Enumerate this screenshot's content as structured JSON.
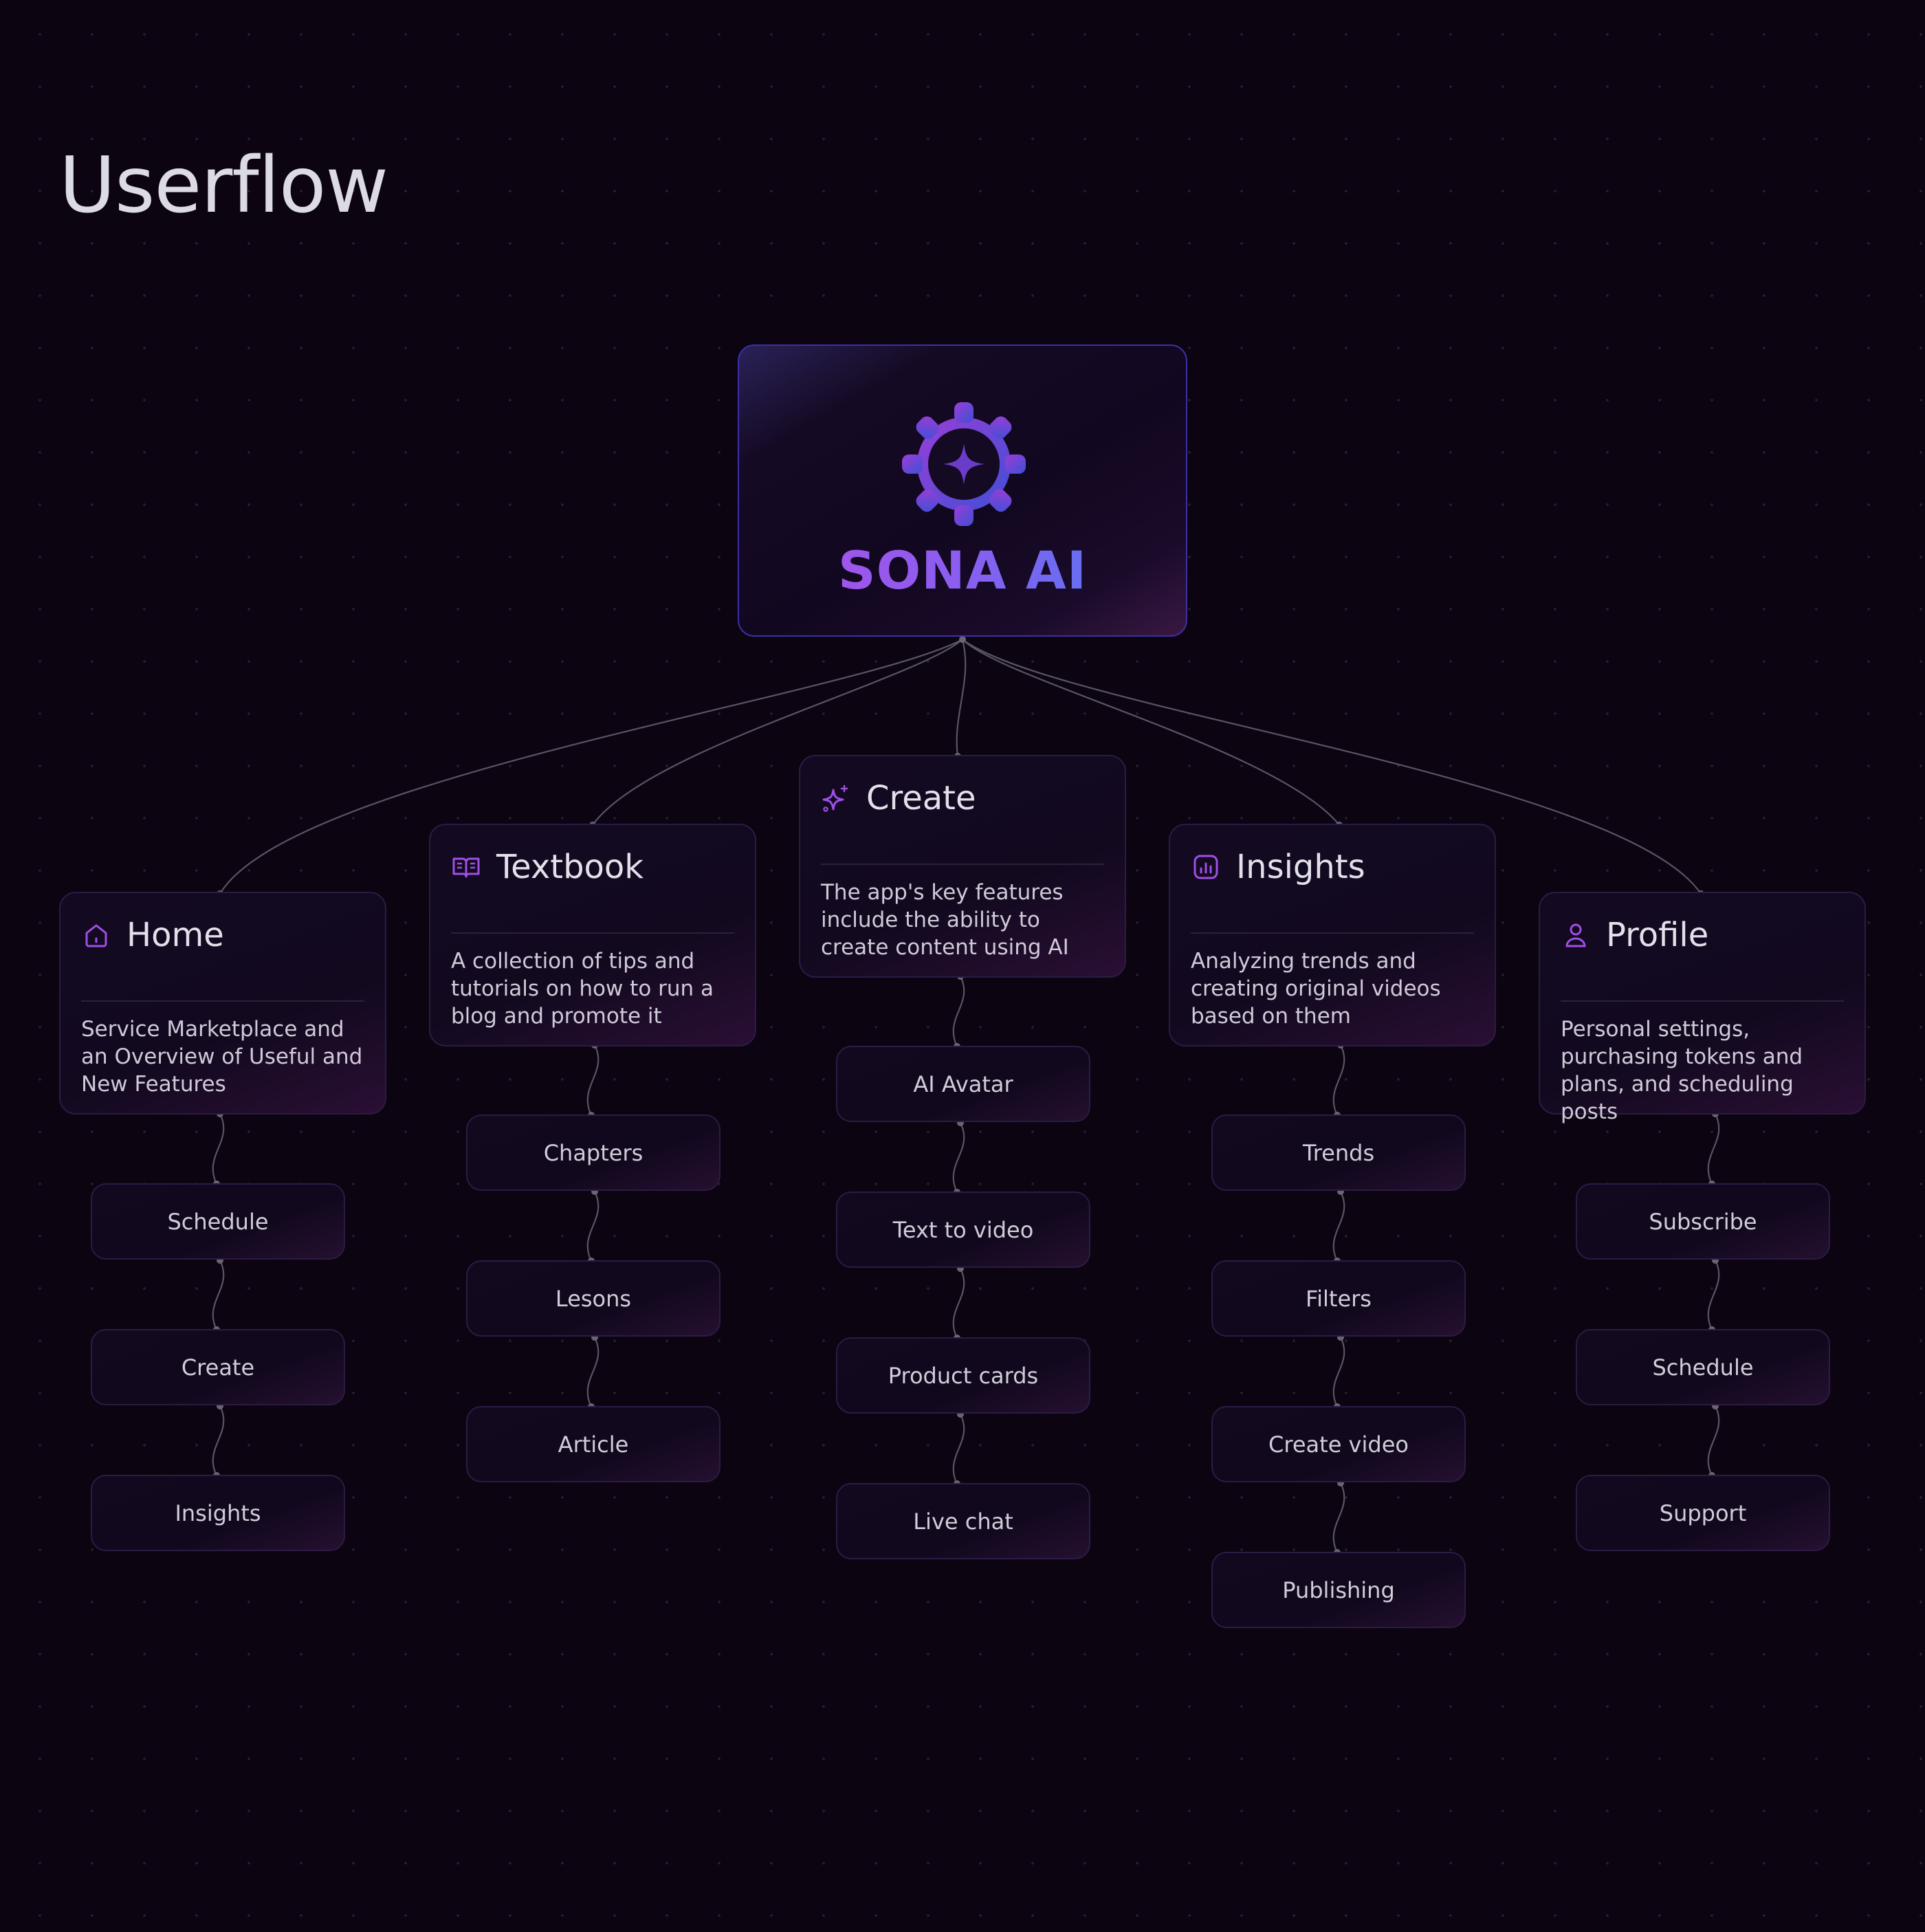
{
  "page_title": "Userflow",
  "root": {
    "name": "SONA AI",
    "logo_icon": "gear-sparkle-icon"
  },
  "colors": {
    "accent_purple": "#b04ee6",
    "accent_blue": "#4a7cf0",
    "background": "#0c0410",
    "card_border": "#2a1c44"
  },
  "sections": [
    {
      "title": "Home",
      "icon": "home-icon",
      "description": "Service Marketplace and an Overview of Useful and New Features",
      "items": [
        "Schedule",
        "Create",
        "Insights"
      ]
    },
    {
      "title": "Textbook",
      "icon": "book-icon",
      "description": "A collection of tips and tutorials on how to run a blog and promote it",
      "items": [
        "Chapters",
        "Lesons",
        "Article"
      ]
    },
    {
      "title": "Create",
      "icon": "sparkles-icon",
      "description": "The app's key features include the ability to create content using AI",
      "items": [
        "AI Avatar",
        "Text to video",
        "Product cards",
        "Live chat"
      ]
    },
    {
      "title": "Insights",
      "icon": "chart-icon",
      "description": "Analyzing trends and creating original videos based on them",
      "items": [
        "Trends",
        "Filters",
        "Create video",
        "Publishing"
      ]
    },
    {
      "title": "Profile",
      "icon": "user-icon",
      "description": "Personal settings, purchasing tokens and plans, and scheduling posts",
      "items": [
        "Subscribe",
        "Schedule",
        "Support"
      ]
    }
  ]
}
